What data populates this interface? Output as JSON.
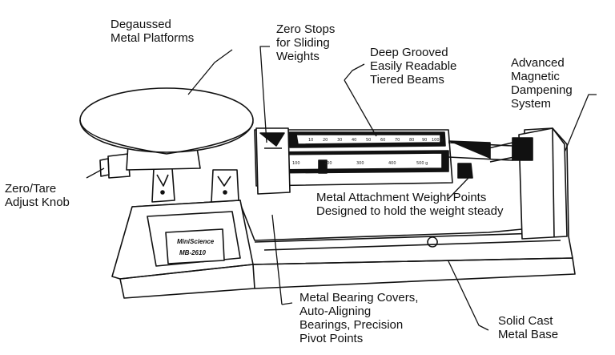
{
  "labels": {
    "platforms": [
      "Degaussed",
      "Metal Platforms"
    ],
    "zero_stops": [
      "Zero Stops",
      "for Sliding",
      "Weights"
    ],
    "beams": [
      "Deep Grooved",
      "Easily Readable",
      "Tiered Beams"
    ],
    "dampening": [
      "Advanced",
      "Magnetic",
      "Dampening",
      "System"
    ],
    "knob": [
      "Zero/Tare",
      "Adjust Knob"
    ],
    "weight_points": [
      "Metal Attachment Weight Points",
      "Designed to hold the weight steady"
    ],
    "bearings": [
      "Metal Bearing Covers,",
      "Auto-Aligning",
      "Bearings, Precision",
      "Pivot Points"
    ],
    "base": [
      "Solid Cast",
      "Metal Base"
    ]
  },
  "plate": {
    "brand": "MiniScience",
    "model": "MB-2610"
  },
  "beam_scale_top": [
    "10",
    "20",
    "30",
    "40",
    "50",
    "60",
    "70",
    "80",
    "90",
    "100 g"
  ],
  "beam_scale_bottom": [
    "100",
    "200",
    "300",
    "400",
    "500 g"
  ],
  "colors": {
    "line": "#111111",
    "fill": "#ffffff",
    "shade": "#cfcfcf"
  }
}
